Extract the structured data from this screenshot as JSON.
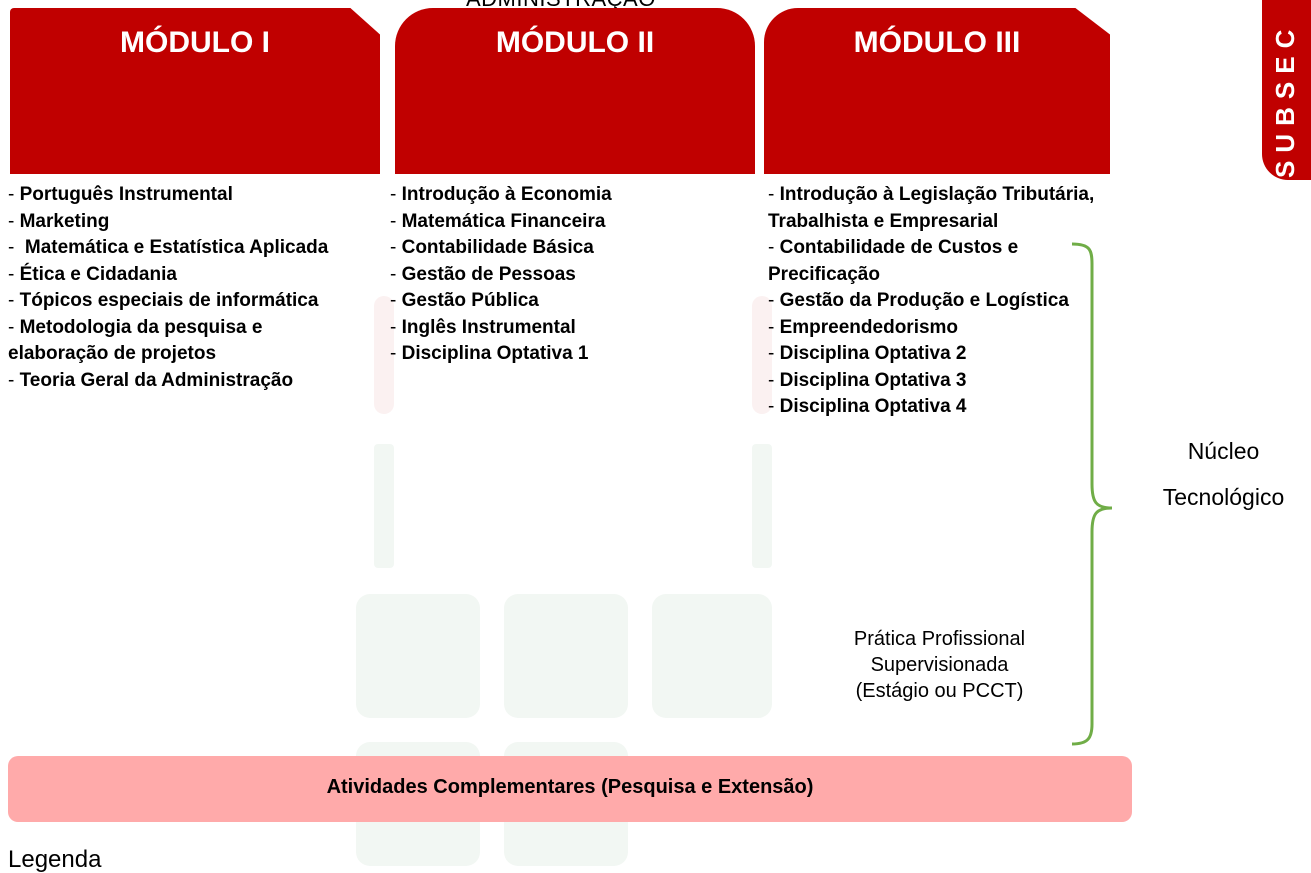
{
  "header_cut": "ADMINISTRAÇÃO",
  "modules": [
    {
      "title": "MÓDULO I"
    },
    {
      "title": "MÓDULO II"
    },
    {
      "title": "MÓDULO III"
    }
  ],
  "module1_items": [
    "Português Instrumental",
    "Marketing",
    "Matemática e Estatística Aplicada",
    "Ética e Cidadania",
    "Tópicos especiais de informática",
    "Metodologia da pesquisa e elaboração de projetos",
    "Teoria Geral da Administração"
  ],
  "module2_items": [
    "Introdução à Economia",
    "Matemática Financeira",
    "Contabilidade Básica",
    "Gestão de Pessoas",
    "Gestão Pública",
    "Inglês Instrumental",
    "Disciplina Optativa 1"
  ],
  "module3_items": [
    "Introdução à Legislação Tributária, Trabalhista e Empresarial",
    "Contabilidade de Custos e Precificação",
    "Gestão da Produção e Logística",
    "Empreendedorismo",
    "Disciplina Optativa 2",
    "Disciplina Optativa 3",
    "Disciplina Optativa 4"
  ],
  "nucleo_label_line1": "Núcleo",
  "nucleo_label_line2": "Tecnológico",
  "pratica_line1": "Prática Profissional",
  "pratica_line2": "Supervisionada",
  "pratica_line3": "(Estágio ou PCCT)",
  "atividades_label": "Atividades Complementares (Pesquisa e Extensão)",
  "legenda_label": "Legenda",
  "side_badge_text": "SUBSEC",
  "colors": {
    "module_red": "#c00000",
    "atividades_bg": "#ffaaaa",
    "bracket_green": "#70ad47"
  }
}
